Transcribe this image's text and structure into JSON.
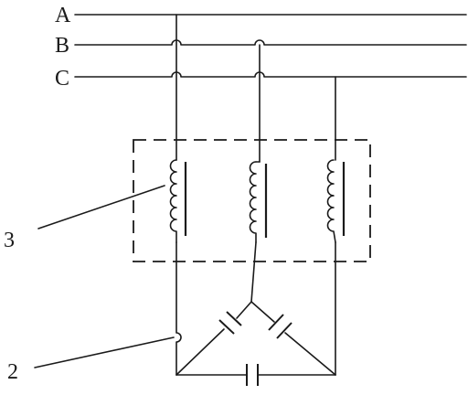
{
  "bus_labels": {
    "a": "A",
    "b": "B",
    "c": "C"
  },
  "callouts": {
    "inductor_group": "3",
    "capacitor_group": "2"
  }
}
